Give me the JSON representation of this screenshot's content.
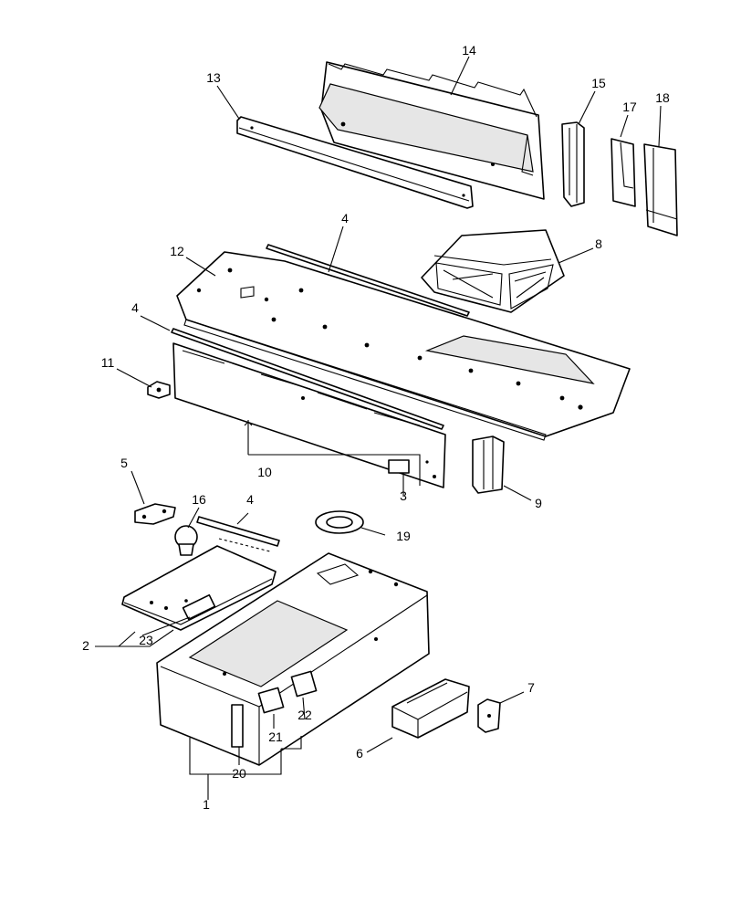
{
  "callouts": {
    "c1": "1",
    "c2": "2",
    "c3": "3",
    "c4a": "4",
    "c4b": "4",
    "c4c": "4",
    "c5": "5",
    "c6": "6",
    "c7": "7",
    "c8": "8",
    "c9": "9",
    "c10": "10",
    "c11": "11",
    "c12": "12",
    "c13": "13",
    "c14": "14",
    "c15": "15",
    "c16": "16",
    "c17": "17",
    "c18": "18",
    "c19": "19",
    "c20": "20",
    "c21": "21",
    "c22": "22",
    "c23": "23"
  }
}
